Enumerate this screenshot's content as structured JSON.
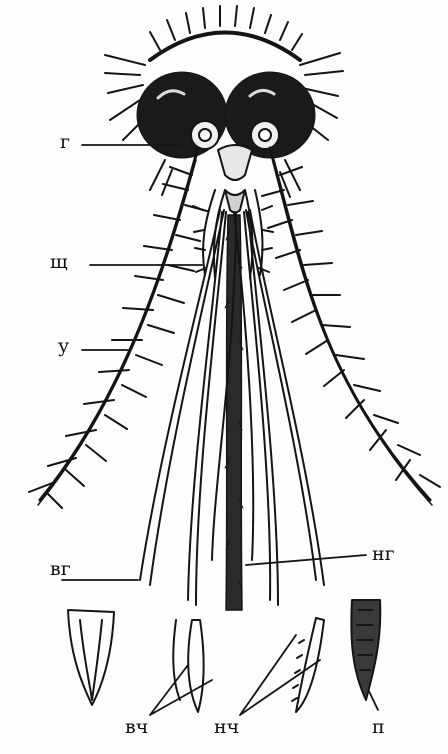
{
  "labels": {
    "head": "г",
    "palps": "щ",
    "antenna": "у",
    "upper_lip": "вг",
    "lower_lip": "нг",
    "upper_jaws": "вч",
    "lower_jaws": "нч",
    "hypopharynx": "п"
  },
  "colors": {
    "ink": "#141414",
    "background": "#fefefe"
  }
}
